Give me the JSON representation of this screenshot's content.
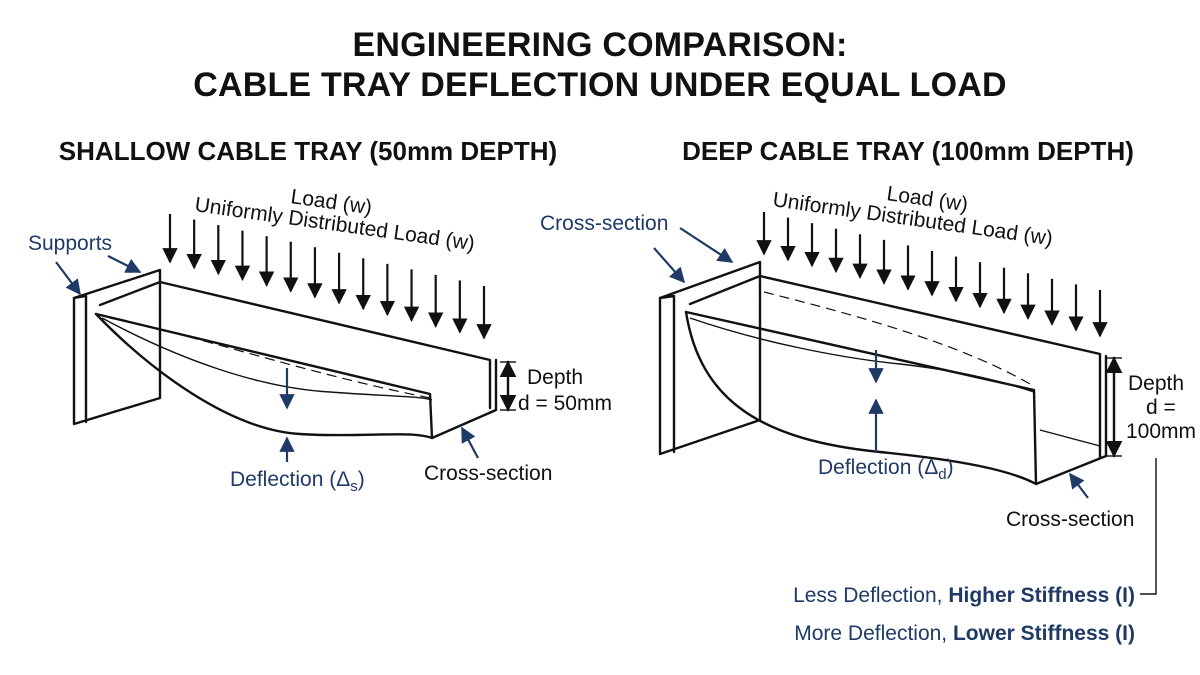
{
  "colors": {
    "accent": "#1f3a66",
    "ink": "#111111",
    "background": "#ffffff"
  },
  "title": {
    "line1": "ENGINEERING COMPARISON:",
    "line2": "CABLE TRAY DEFLECTION UNDER EQUAL LOAD"
  },
  "shallow": {
    "heading": "SHALLOW CABLE TRAY (50mm DEPTH)",
    "load_short": "Load (w)",
    "load_full": "Uniformly Distributed Load (w)",
    "supports": "Supports",
    "depth_label": "Depth",
    "depth_value": "d = 50mm",
    "deflection_text": "Deflection (Δ",
    "deflection_sub": "s",
    "deflection_close": ")",
    "cross_section": "Cross-section"
  },
  "deep": {
    "heading": "DEEP CABLE TRAY (100mm DEPTH)",
    "load_short": "Load (w)",
    "load_full": "Uniformly Distributed Load (w)",
    "cross_section_top": "Cross-section",
    "depth_label": "Depth",
    "depth_eq": "d =",
    "depth_value": "100mm",
    "deflection_text": "Deflection (Δ",
    "deflection_sub": "d",
    "deflection_close": ")",
    "cross_section": "Cross-section"
  },
  "summary": {
    "line1_plain": "Less Deflection, ",
    "line1_bold": "Higher Stiffness (I)",
    "line2_plain": "More Deflection, ",
    "line2_bold": "Lower Stiffness (I)"
  }
}
